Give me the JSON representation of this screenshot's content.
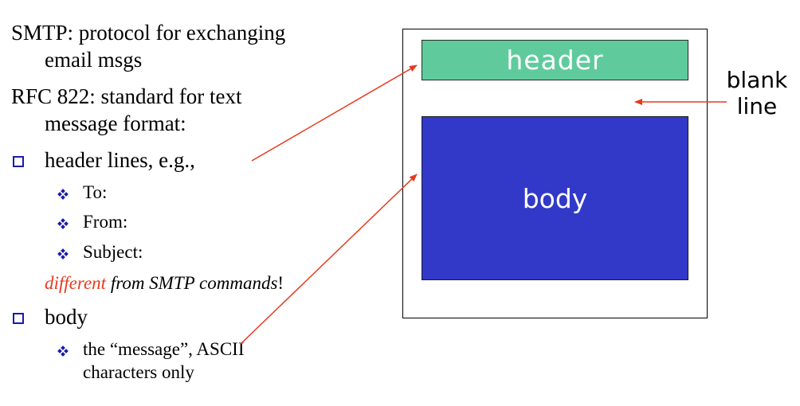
{
  "left_text": {
    "smtp_line1": "SMTP: protocol for exchanging",
    "smtp_line2": "email msgs",
    "rfc_line1": "RFC 822: standard for text",
    "rfc_line2": "message format:",
    "header_lines": "header lines, e.g.,",
    "sub_to": "To:",
    "sub_from": "From:",
    "sub_subject": "Subject:",
    "different_word": "different",
    "different_rest": " from SMTP commands",
    "different_bang": "!",
    "body_bullet": "body",
    "body_sub_line1": "the “message”, ASCII",
    "body_sub_line2": "characters only"
  },
  "diagram": {
    "header_label": "header",
    "body_label": "body",
    "blank_line_label_1": "blank",
    "blank_line_label_2": "line"
  },
  "colors": {
    "header_fill": "#5fcb9c",
    "body_fill": "#3239c8",
    "arrow_color": "#e8391e",
    "bullet_color": "#1a1ab0",
    "emphasis_red": "#e8391e"
  }
}
